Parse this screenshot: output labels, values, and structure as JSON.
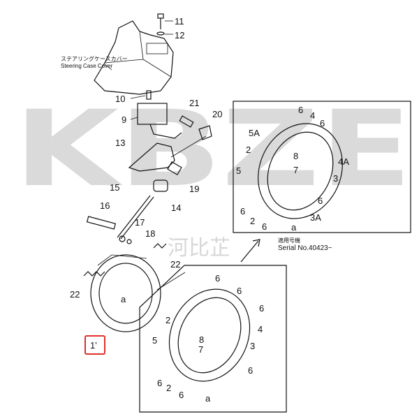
{
  "watermark": {
    "logo_text": "KBZE",
    "chinese_text": "河比芷",
    "color": "#bdbdbd"
  },
  "annotations": {
    "steering_cover_jp": "ステアリングケースカバー",
    "steering_cover_en": "Steering Case Cover",
    "serial_jp": "適用号機",
    "serial_en": "Serial No.40423~"
  },
  "highlight_color": "#e0302a",
  "main_labels": [
    {
      "id": "11",
      "text": "11"
    },
    {
      "id": "12",
      "text": "12"
    },
    {
      "id": "10",
      "text": "10"
    },
    {
      "id": "9",
      "text": "9"
    },
    {
      "id": "21",
      "text": "21"
    },
    {
      "id": "20",
      "text": "20"
    },
    {
      "id": "13",
      "text": "13"
    },
    {
      "id": "15",
      "text": "15"
    },
    {
      "id": "19",
      "text": "19"
    },
    {
      "id": "14",
      "text": "14"
    },
    {
      "id": "16",
      "text": "16"
    },
    {
      "id": "17",
      "text": "17"
    },
    {
      "id": "18",
      "text": "18"
    },
    {
      "id": "22a",
      "text": "22"
    },
    {
      "id": "22b",
      "text": "22"
    },
    {
      "id": "a",
      "text": "a"
    }
  ],
  "selected_part": "1'",
  "upper_inset_labels": [
    "6",
    "4",
    "6",
    "5A",
    "8",
    "2",
    "4A",
    "7",
    "5",
    "3",
    "6",
    "6",
    "2",
    "6",
    "3A",
    "a"
  ],
  "lower_inset_labels": [
    "6",
    "6",
    "6",
    "2",
    "4",
    "5",
    "8",
    "3",
    "7",
    "6",
    "6",
    "2",
    "6",
    "a"
  ]
}
